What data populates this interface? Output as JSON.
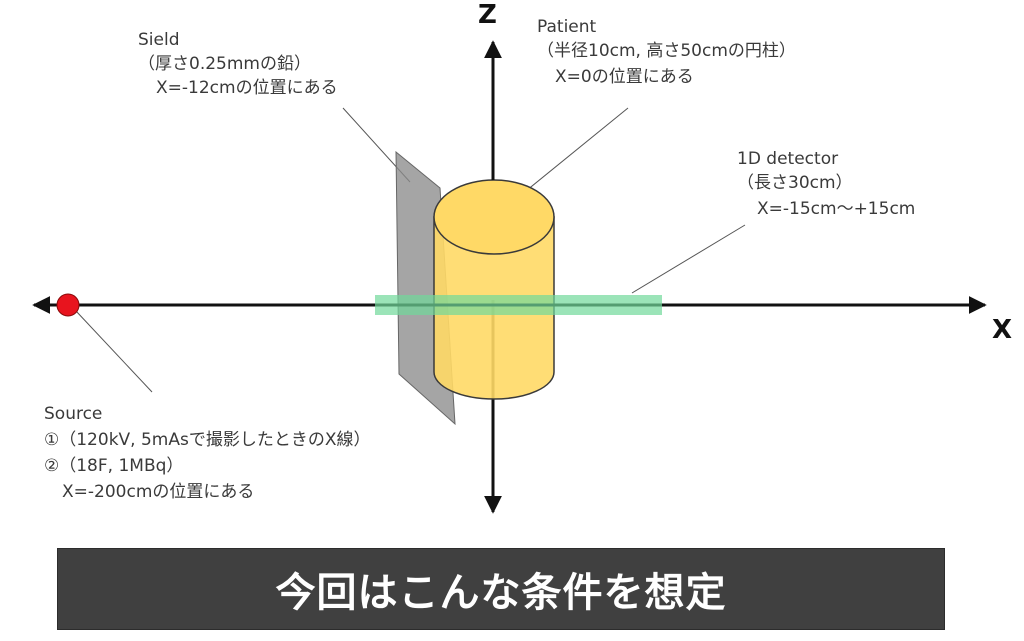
{
  "axes": {
    "x_label": "X",
    "z_label": "Z"
  },
  "shield": {
    "lines": [
      "Sield",
      "（厚さ0.25mmの鉛）",
      "X=-12cmの位置にある"
    ]
  },
  "patient": {
    "lines": [
      "Patient",
      "（半径10cm, 高さ50cmの円柱）",
      "X=0の位置にある"
    ]
  },
  "detector": {
    "lines": [
      "1D detector",
      "（長さ30cm）",
      "X=-15cm〜+15cm"
    ]
  },
  "source": {
    "lines": [
      "Source",
      "①（120kV, 5mAsで撮影したときのX線）",
      "②（18F, 1MBq）",
      "X=-200cmの位置にある"
    ]
  },
  "banner": {
    "text": "今回はこんな条件を想定"
  },
  "colors": {
    "source": "#e8141e",
    "patient_fill": "#ffd966",
    "patient_stroke": "#3a3a3a",
    "shield_fill": "#8c8c8c",
    "detector_fill": "#70d89a",
    "banner_bg": "#404040"
  }
}
